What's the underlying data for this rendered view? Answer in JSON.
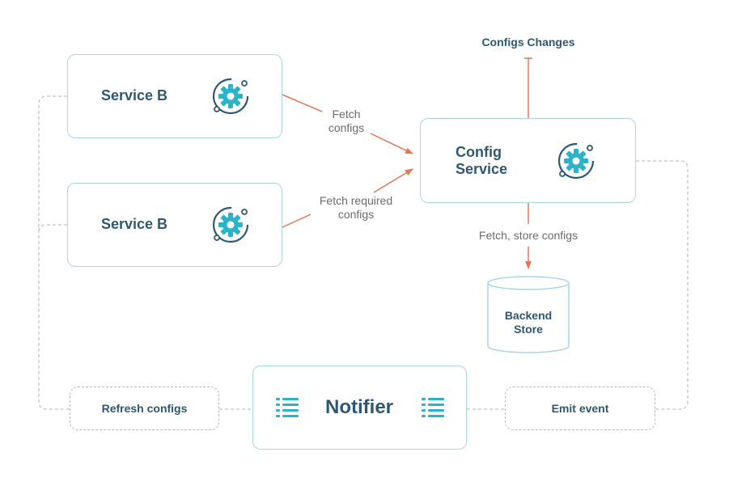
{
  "nodes": {
    "service_b_top": "Service B",
    "service_b_bottom": "Service B",
    "config_service": [
      "Config",
      "Service"
    ],
    "backend_store": [
      "Backend",
      "Store"
    ],
    "notifier": "Notifier",
    "refresh_configs": "Refresh configs",
    "emit_event": "Emit event"
  },
  "edges": {
    "configs_changes": "Configs Changes",
    "fetch_configs": [
      "Fetch",
      "configs"
    ],
    "fetch_required_configs": [
      "Fetch required",
      "configs"
    ],
    "fetch_store_configs": "Fetch, store configs"
  },
  "icons": {
    "service_gear": "gear-cycle-icon",
    "notifier_list": "list-icon"
  },
  "colors": {
    "node_border": "#a9d6e5",
    "title_text": "#2f5870",
    "arrow": "#e0785a",
    "icon_teal": "#2bb3c9",
    "icon_dark": "#2f5870",
    "dashed": "#b9b9b9"
  }
}
